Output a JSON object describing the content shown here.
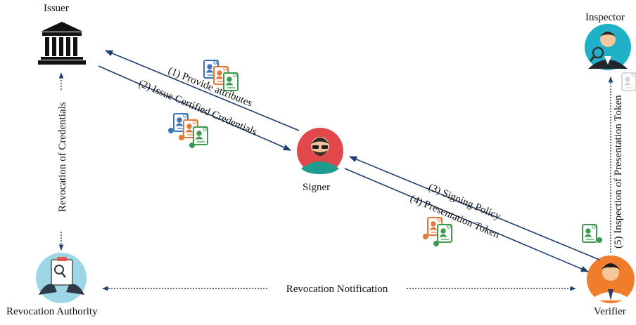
{
  "actors": {
    "issuer": "Issuer",
    "inspector": "Inspector",
    "signer": "Signer",
    "revocation_authority": "Revocation Authority",
    "verifier": "Verifier"
  },
  "edges": {
    "provide_attributes": "(1) Provide attributes",
    "issue_credentials": "(2) Issue Certified Credentials",
    "signing_policy": "(3) Signing Policy",
    "presentation_token": "(4) Presentation Token",
    "inspection": "(5) Inspection of Presentation Token",
    "revocation_of_credentials": "Revocation of Credentials",
    "revocation_notification": "Revocation Notification"
  },
  "colors": {
    "arrow": "#1f3f6e",
    "signer_circle": "#e0484b",
    "inspector_circle": "#20b1c9",
    "verifier_circle": "#f07d2b",
    "revocation_circle": "#9fd6e6",
    "cred_blue": "#3a74b8",
    "cred_orange": "#e2793a",
    "cred_green": "#3d9a4e"
  }
}
